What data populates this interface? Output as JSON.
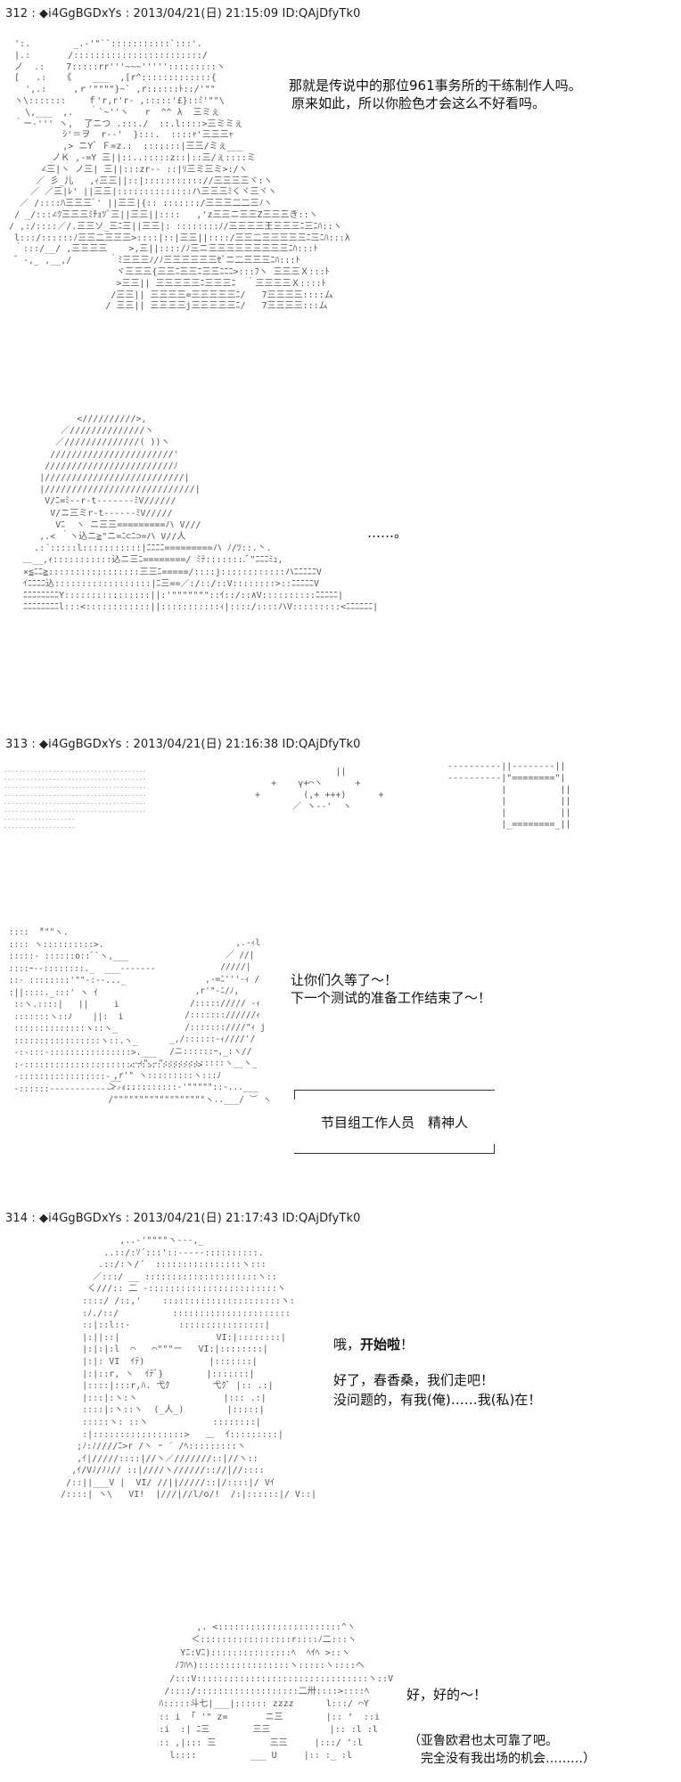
{
  "posts": [
    {
      "header": "312 : ◆i4GgBGDxYs : 2013/04/21(日) 21:15:09 ID:QAjDfyTk0"
    },
    {
      "header": "313 : ◆i4GgBGDxYs : 2013/04/21(日) 21:16:38 ID:QAjDfyTk0"
    },
    {
      "header": "314 : ◆i4GgBGDxYs : 2013/04/21(日) 21:17:43 ID:QAjDfyTk0"
    }
  ],
  "dialogue": {
    "p312_line1": "那就是传说中的那位961事务所的干练制作人吗。",
    "p312_line2": "原来如此，所以你脸色才会这么不好看吗。",
    "p312_ellipsis": "……。",
    "p313_line1": "让你们久等了～！",
    "p313_line2": "下一个测试的准备工作结束了～！",
    "p313_caption": "节目组工作人员　精神人",
    "p314_line1_a": "哦，",
    "p314_line1_b": "开始啦",
    "p314_line1_c": "！",
    "p314_line2": "好了，春香桑，我们走吧！",
    "p314_line3": "没问题的，有我(俺)……我(私)在！",
    "p314_line4": "好，好的～！",
    "p314_line5": "（亚鲁欧君也太可靠了吧。",
    "p314_line6": "完全没有我出场的机会………）"
  },
  "ascii_art": {
    "aa1": "  ':.        _.-'\"``:::::::::::`:::'.\n  |.:       /::::::::::::::::::::::::/\n  ノ  .:    7:::::rr'''~~~''''':::::::::ヽ\n  [   .:   《    ___  ,[r^:::::::::::::{\n    ',.:     ,ｒ'\"\"\"\"}~` ,r::::::ﾄ::/'\"\"\n  ヽ\\:::::::    ｆ'r,r'r- ,:::::'£}::ﾐ'\"\"\\\n    \\,___  ,.   ｀`~''ヽ   r  ^^ λ  三ミぇ\n  ｀ー‐''' ヽ,  了ニつ .:::./  ::.l::::>三ミミぇ\n           ｼ'＝ヲ  r--'  }:::.  ::::ｬ'三三三ｬ\n           ,> ニY゛Ｆ=z.:  :::::::|三三/ミぇ___\n         ノＫ ,-=Y 三||::..:::::z::|::三/ぇ::::ミ\n       ∠三|ヽ ノ三| 三||:::zr-- ::|ﾘ三ミ三ミ>:/ヽ\n      ／ 彡_儿   ,ｨ三三||::|::::::::::://三三三三ヾ:ヽ\n     ／ ／三|ﾚ' ||三三|::::::::::::::ハ三三三ﾐくヾ三ヾヽ\n   ／ /::::ﾊ三三三ﾞ' ||三三|{:: :::::::/三三三二二三ﾉヽ\n  / _/:::∠ﾂ三三三ﾐﾁｮﾂﾞ三||三三||::::   ,'z三三ニ三三Z三三三き::ヽ\n / ,:/::::／/.三三ソ_三ﾆ三||三三|: ::::::::ﾉ/三三三三王三三三ﾆ三ﾆﾊ::ヽ\n  l:::/::::::ﾉ三三二三三三>::::|::|三三||::::/三三二三三三三三ﾆ三ﾆﾊ:::λ\n  ｀:::/__/ ,三三三三    >,三||::::/ﾉ三ニ三三三三三三三三三ﾆﾊ:::ﾄ\n  ゛-,_ ,__,/       ｀ﾐ三三三ﾉ/ﾉ三三三三三三ｾﾞニ二三三三ﾆﾊ:::ﾄ\n                     ヾ三三三{三三ﾆ三三ﾆ三三ﾆﾆﾆ>:::ﾌヽ 三三三Ｘ:::ﾄ\n                     >三三|| 三三三三三ﾆ三三三ﾆ  ｀三三三三Ｘ::::ﾄ\n                    /三三|| 三三三三=三三三三三ﾆ/   7三三三三::::ム\n                   / 三三|| 三三三三j三三三三三ﾆ/   7三三三三:::ム",
    "aa2": "            <//////////>,\n         ／//////////////ヽ\n        ／//////////////( ))ヽ\n       ///////////////////////'\n      ////////////////////////ﾉ\n     |//////////////////////////|\n     |////////////////////////////|\n      V/ﾆ=ﾐ--r-t-------ﾐV//////\n       V/ニ三ミr-t------ﾐV/////\n        Vﾆ  ヽ ニ三三=========ハ V///\n     ,.< ｀ヽ込ニ≧\"ニ=ﾆ⊂ﾆ⊃=ハ V//人\n    .:´:::::l:::::::::::|ﾆﾆﾆﾆ=========ハ ﾉ/ﾂ::.丶.\n  ＿__,ｨ:::::::::::込ニ三ﾆ========/ ﾐﾃ:::::::.ﾞ\"ﾆﾆﾆﾐｭ,\n  ×≦ﾆﾆ≧:::::::::::::::::三三ﾆ=====/::::j::::::::::::ハﾆﾆﾆﾆﾆV\n  ｲﾆﾆﾆﾆ込::::::::::::::::::|ﾆ三==／:/::/::V::::::::>::ﾆﾆﾆﾆﾆV\n  ﾆﾆﾆﾆﾆﾆﾆﾆY::::::::::::::::||:'\"\"\"\"\"\"\"::ｲ::/::∧V::::::::::ﾆﾆﾆﾆﾆ|\n  ﾆﾆﾆﾆﾆﾆﾆﾆl:::<::::::::::::||:::::::::::ｨ|::::/::::ハV:::::::::<ﾆﾆﾆﾆﾆﾆ|",
    "aa3": "--------------------------------------\n--------------------------------------\n--------------------------------------\n--------------------------------------\n--------------------------------------\n--------------------------------------\n-------------------\n-------------------",
    "aa4": "                  ||\n      +    γ+⌒ヽ      +\n   +        (,+ +++)      +\n          ／ ヽ--'  ヽ",
    "aa5": "  ----------||--------||\n  ----------|\"========\"|\n            |          ||\n            |          ||\n            |          ||\n            |_========_||",
    "aa6": " ::::  ̄\"\"\"ヽ.\n :::: ヽ::::::::::>.\n :::::- ::::::o::ﾞ`ヽ,___\n ::::ｰ--::::::::._  ___-------\n ::- ::::::::'\"\"-:--..._\n :||::::._:::' ヽ ｲ  \n  ::ヽ.::::|   ||     i\n  :::::::ヽ::ﾉ    ||:  i\n  ::::::::::::::ヽ::ヽ_\n  :::::::::::::::::ヽ::.ヽ_\n  -:-:::-::::::::::::::::>.___\n  :-::::::::::::::::::::::::::::::::::>\n  -:::::::::::::::::-__\n  -::::::-----------------",
    "aa7": "                           ,.-ｨl\n                         ／ //|\n                        /////|\n                     ,-=ﾆ'''-ｨ /\n                   ,r'\"-ﾆ/ﾉ,\n                  /:::::///// -ｨ\n                 /::::::://////ｨ\n                 /:::::::////\"ｨ j\n              _,/::::::-ｨ////'/\n              /ニ::::::ｰ,_:ヽ//\n      ,-ｨ\",-\"::::::::::::ヽ__ヽ_\n   ,r'\" ヽ:::::::::ヽ:::ﾉ\n  ＞-ｨ::::::::::-'\"\"\"\"\"::-...___\n  /\"\"\"\"\"\"\"\"\"\"\"\"\"\"\"\"\"\"ヽ..___/ ︶ ヽ",
    "aa8": "             ,..-'\"\"\"\"ヽ---,_\n          ..::/:ｿ´:::'::-----::::::::::.\n         .::/:ヽ/´  ::::::::::::::::ヽ:::\n        ／:::/ __ :::::::::::::::::::::ヽ::\n       く///:: 二 -::::::::::::::::::::::::ヽ\n      ::::/ /::,'    ::::::::::::::::::::::ヽ:\n      :ﾉ./::/          ::::::::::::::::::::::\n      ::|::l::-         ::::::::::::::::|\n      |:||::|                  VI:|::::::::|\n      |:|:|:l  ⌒   ⌒\"\"\"ー   VI:|::::::::|\n      |:|: VI  ｲﾃ)            |:::::::|\n      |:|::r, ヽ  ｲﾃﾞ}        |:::::::|\n      |::::|:::r,ﾊ. 弋ｸ        弋ｸﾞ |:: .:|\n      |:::|:ヽ:ヽ                |::: .:|\n      ::::|:ヽ::ヽ  (_人_)        |:::::|\n      :::::ヽ: ::ヽ            ::::::::|\n      :|:::::::::::::::::>   ＿  ｲ:::::::::|\n     ;ﾉ:ﾉ////ﾆ>r /ヽ ｰ ´ /ﾍ:::::::::ヽ\n     ,ｲ|/////::::|//ヽ／///////::|//ヽ::\n    ,ｲ/Vﾉ/ﾉﾉ// ::|////ヽ//////:://|//::::\n   /::||___V |  VI/ //||/////::|/::::|/ Vｲ\n  /::::| ヽ\\   VI!  |///|//l/o/!  /:|::::::|/ V::|",
    "aa9": "                  ,. <:::::::::::::::::::::::^ヽ\n                 ＜:::::::::::::::::r::::ﾉ二:::ヽ\n               Yﾆ:Vﾆ):::::::::::::::ﾍ  ﾍｲﾍ >::ヽ\n              ﾉﾌﾊﾍ):::::::::::::::::ヽ:::::ヽ::::ヘ\n             /:::V::::::::::::::::::::::::::::::::ヽ::V\n            /::::/:::::::::::::::::::二卅::::>::::ﾍ\n           ﾊ:::::斗七|___|:::::: zzzz      l:::/ ⌒Y\n           :: i  ｢ '\" z=       ニ三        |:: ‘  ::i\n           :i  :| ﾆ三        三三           |:: :l :l\n           :: ,|::: 三          三三     |:::/ ‘:l\n             l::::          ___ U     |:: :_ :l"
  }
}
